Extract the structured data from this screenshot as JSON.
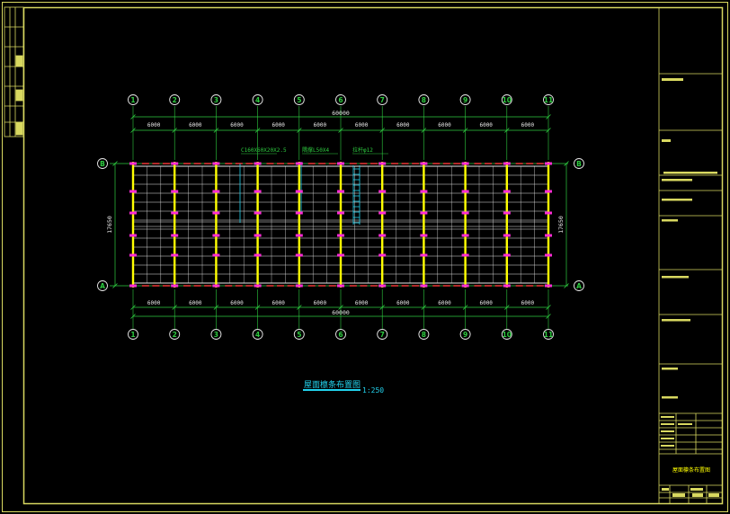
{
  "drawing": {
    "title": "屋面檩条布置图",
    "scale": "1:250",
    "sheet_title": "屋面檩条布置图"
  },
  "axes": {
    "columns": [
      "1",
      "2",
      "3",
      "4",
      "5",
      "6",
      "7",
      "8",
      "9",
      "10",
      "11"
    ],
    "rows": [
      "B",
      "A"
    ]
  },
  "dimensions": {
    "bay_spacings": [
      "6000",
      "6000",
      "6000",
      "6000",
      "6000",
      "6000",
      "6000",
      "6000",
      "6000",
      "6000"
    ],
    "total_length": "60000",
    "span": "17650"
  },
  "callouts": [
    "C160X60X20X2.5",
    "隅撑L50X4",
    "拉杆φ12"
  ],
  "colors": {
    "frame": "#d8d860",
    "axis_line": "#2ecc40",
    "purlin": "#e8e8e8",
    "column": "#ffff00",
    "brace": "#ff2bd6",
    "tie": "#22d3ee",
    "callout": "#2ecc40",
    "title": "#22d3ee"
  }
}
